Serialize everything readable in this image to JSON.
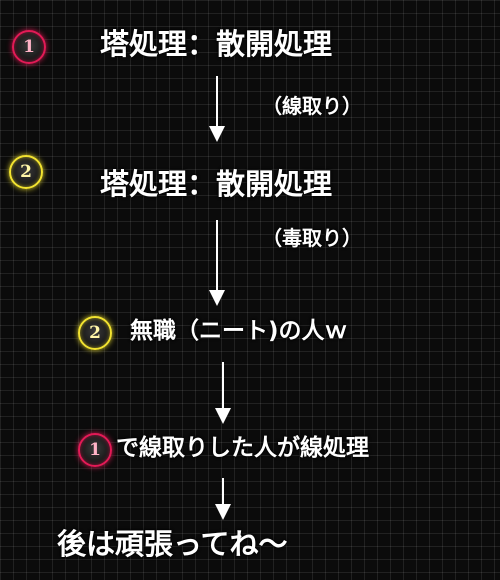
{
  "steps": [
    {
      "badge": "1",
      "label": "塔処理：散開処理",
      "note": "（線取り）"
    },
    {
      "badge": "2",
      "label": "塔処理：散開処理",
      "note": "（毒取り）"
    },
    {
      "badge": "2",
      "label": "無職（ニート)の人ｗ"
    },
    {
      "badge": "1",
      "label": "で線取りした人が線処理"
    }
  ],
  "final": "後は頑張ってね～",
  "colors": {
    "badge_1": "#e31a56",
    "badge_2": "#f2e330",
    "arrow": "#ffffff",
    "grid": "#2a2a2a",
    "background": "#0b0b0b"
  }
}
